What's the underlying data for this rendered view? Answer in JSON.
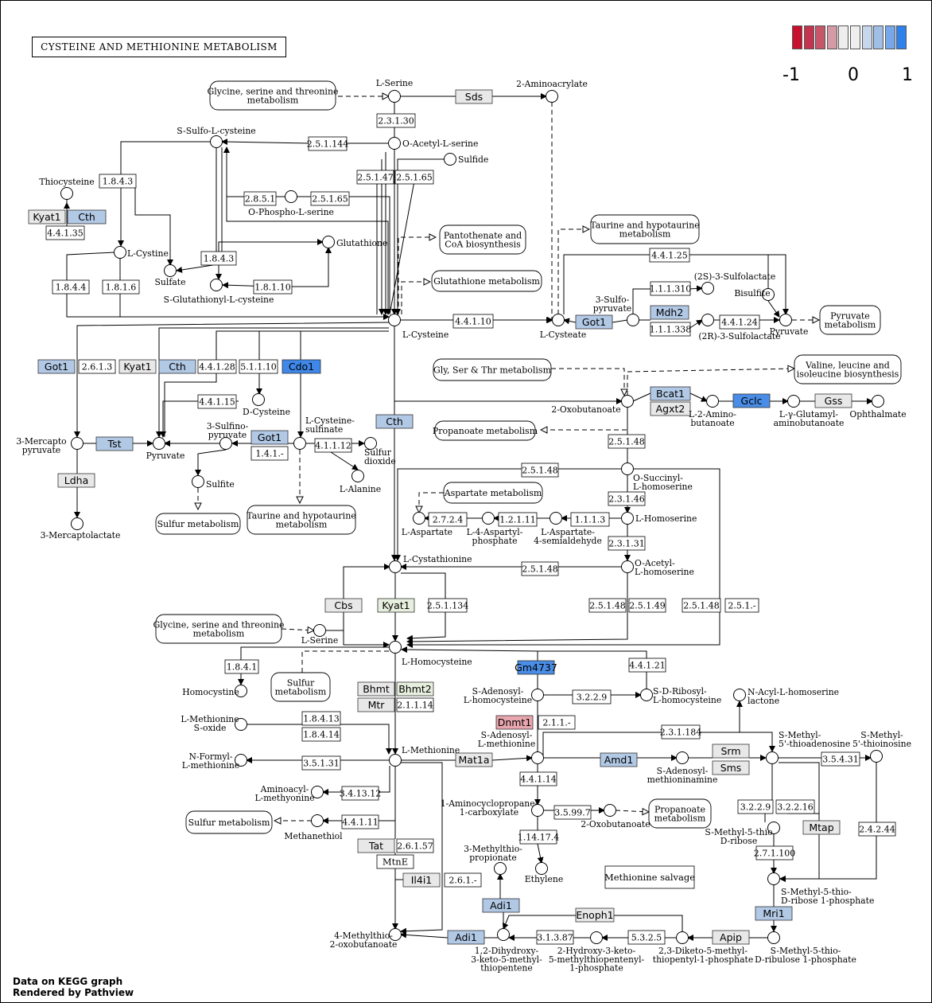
{
  "title": "CYSTEINE AND METHIONINE METABOLISM",
  "footer": [
    "Data on KEGG graph",
    "Rendered by Pathview"
  ],
  "legend": {
    "labels": [
      "-1",
      "0",
      "1"
    ],
    "colors": [
      "#c8102e",
      "#c3354e",
      "#c6576b",
      "#d49aa5",
      "#eeeeee",
      "#eeeeee",
      "#c6d7ec",
      "#9fbfe6",
      "#76a7ea",
      "#2e81ec"
    ]
  },
  "colors": {
    "light_blue": "#b2c9e6",
    "mid_blue": "#9fbde0",
    "strong_blue": "#4a8de6",
    "bright_blue": "#3f87e8",
    "grey": "#e8e8e8",
    "red": "#e8a6ae",
    "green": "#e7f0de"
  },
  "genes": [
    {
      "label": "Sds",
      "c": "grey"
    },
    {
      "label": "Kyat1",
      "c": "grey"
    },
    {
      "label": "Cth",
      "c": "light_blue"
    },
    {
      "label": "Got1",
      "c": "light_blue"
    },
    {
      "label": "Mdh2",
      "c": "light_blue"
    },
    {
      "label": "Got1",
      "c": "light_blue"
    },
    {
      "label": "Kyat1",
      "c": "grey"
    },
    {
      "label": "Cth",
      "c": "light_blue"
    },
    {
      "label": "Cdo1",
      "c": "bright_blue"
    },
    {
      "label": "Tst",
      "c": "light_blue"
    },
    {
      "label": "Ldha",
      "c": "grey"
    },
    {
      "label": "Got1",
      "c": "light_blue"
    },
    {
      "label": "Cth",
      "c": "light_blue"
    },
    {
      "label": "Bcat1",
      "c": "light_blue"
    },
    {
      "label": "Agxt2",
      "c": "grey"
    },
    {
      "label": "Gclc",
      "c": "strong_blue"
    },
    {
      "label": "Gss",
      "c": "grey"
    },
    {
      "label": "Cbs",
      "c": "grey"
    },
    {
      "label": "Kyat1",
      "c": "green"
    },
    {
      "label": "Gm4737",
      "c": "strong_blue"
    },
    {
      "label": "Bhmt",
      "c": "grey"
    },
    {
      "label": "Bhmt2",
      "c": "green"
    },
    {
      "label": "Mtr",
      "c": "grey"
    },
    {
      "label": "Dnmt1",
      "c": "red"
    },
    {
      "label": "Mat1a",
      "c": "grey"
    },
    {
      "label": "Amd1",
      "c": "light_blue"
    },
    {
      "label": "Srm",
      "c": "grey"
    },
    {
      "label": "Sms",
      "c": "grey"
    },
    {
      "label": "Mtap",
      "c": "grey"
    },
    {
      "label": "Tat",
      "c": "grey"
    },
    {
      "label": "Il4i1",
      "c": "grey"
    },
    {
      "label": "Adi1",
      "c": "light_blue"
    },
    {
      "label": "Adi1",
      "c": "light_blue"
    },
    {
      "label": "Enoph1",
      "c": "grey"
    },
    {
      "label": "Apip",
      "c": "grey"
    },
    {
      "label": "Mri1",
      "c": "light_blue"
    }
  ],
  "ec_boxes": [
    "2.3.1.30",
    "2.5.1.144",
    "2.5.1.47",
    "2.5.1.65",
    "1.8.4.3",
    "4.4.1.35",
    "2.8.5.1",
    "2.5.1.65",
    "1.8.4.3",
    "1.8.4.4",
    "1.8.1.6",
    "1.8.1.10",
    "4.4.1.10",
    "4.4.1.25",
    "1.1.1.310",
    "1.1.1.338",
    "4.4.1.24",
    "2.6.1.3",
    "4.4.1.28",
    "5.1.1.10",
    "4.4.1.15",
    "4.1.1.12",
    "1.4.1.-",
    "2.5.1.48",
    "2.5.1.48",
    "2.3.1.46",
    "2.7.2.4",
    "1.2.1.11",
    "1.1.1.3",
    "2.3.1.31",
    "2.5.1.48",
    "2.5.1.134",
    "2.5.1.48",
    "2.5.1.49",
    "2.5.1.48",
    "2.5.1.-",
    "1.8.4.1",
    "4.4.1.21",
    "3.2.2.9",
    "2.1.1.14",
    "2.1.1.-",
    "1.8.4.13",
    "1.8.4.14",
    "2.3.1.184",
    "3.5.1.31",
    "4.4.1.14",
    "3.5.4.31",
    "3.4.13.12",
    "4.4.1.11",
    "3.5.99.7",
    "3.2.2.9",
    "3.2.2.16",
    "2.4.2.44",
    "1.14.17.4",
    "2.7.1.100",
    "2.6.1.57",
    "2.6.1.-",
    "3.1.3.87",
    "5.3.2.5"
  ],
  "ec_text_boxes": [
    "MtnE",
    "Methionine salvage"
  ],
  "maps": [
    "Glycine, serine and threonine\nmetabolism",
    "Pantothenate and\nCoA biosynthesis",
    "Glutathione metabolism",
    "Taurine and hypotaurine\nmetabolism",
    "Pyruvate\nmetabolism",
    "Gly, Ser & Thr metabolism",
    "Valine, leucine and\nisoleucine biosynthesis",
    "Propanoate metabolism",
    "Sulfur metabolism",
    "Taurine and hypotaurine\nmetabolism",
    "Aspartate metabolism",
    "Glycine, serine and threonine\nmetabolism",
    "Sulfur\nmetabolism",
    "Sulfur metabolism",
    "Propanoate\nmetabolism"
  ],
  "compounds": [
    "L-Serine",
    "2-Aminoacrylate",
    "S-Sulfo-L-cysteine",
    "O-Acetyl-L-serine",
    "Sulfide",
    "Thiocysteine",
    "O-Phospho-L-serine",
    "L-Cystine",
    "Glutathione",
    "Sulfate",
    "S-Glutathionyl-L-cysteine",
    "L-Cysteine",
    "L-Cysteate",
    "3-Sulfo-\npyruvate",
    "(2S)-3-Sulfolactate",
    "Bisulfite",
    "(2R)-3-Sulfolactate",
    "Pyruvate",
    "3-Mercapto\npyruvate",
    "Pyruvate",
    "3-Sulfino-\npyruvate",
    "L-Cysteine-\nsulfinate",
    "D-Cysteine",
    "Sulfite",
    "Sulfur\ndioxide",
    "L-Alanine",
    "3-Mercaptolactate",
    "2-Oxobutanoate",
    "L-2-Amino-\nbutanoate",
    "L-γ-Glutamyl-\naminobutanoate",
    "Ophthalmate",
    "O-Succinyl-\nL-homoserine",
    "L-Aspartate",
    "L-4-Aspartyl-\nphosphate",
    "L-Aspartate-\n4-semialdehyde",
    "L-Homoserine",
    "L-Cystathionine",
    "O-Acetyl-\nL-homoserine",
    "L-Serine",
    "L-Homocysteine",
    "Homocystine",
    "S-Adenosyl-\nL-homocysteine",
    "S-D-Ribosyl-\nL-homocysteine",
    "N-Acyl-L-homoserine\nlactone",
    "L-Methionine\nS-oxide",
    "S-Adenosyl-\nL-methionine",
    "S-Methyl-\n5'-thioadenosine",
    "S-Methyl-\n5'-thioinosine",
    "N-Formyl-\nL-methionine",
    "L-Methionine",
    "S-Adenosyl-\nmethioninamine",
    "Aminoacyl-\nL-methyonine",
    "1-Aminocyclopropane-\n1-carboxylate",
    "2-Oxobutanoate",
    "Methanethiol",
    "S-Methyl-5-thio\nD-ribose",
    "3-Methylthio-\npropionate",
    "Ethylene",
    "S-Methyl-5-thio-\nD-ribose 1-phosphate",
    "4-Methylthio-\n2-oxobutanoate",
    "1,2-Dihydroxy-\n3-keto-5-methyl-\nthiopentene",
    "2-Hydroxy-3-keto-\n5-methylthiopentenyl-\n1-phosphate",
    "2,3-Diketo-5-methyl-\nthiopentyl-1-phosphate",
    "S-Methyl-5-thio-\nD-ribulose 1-phosphate"
  ]
}
